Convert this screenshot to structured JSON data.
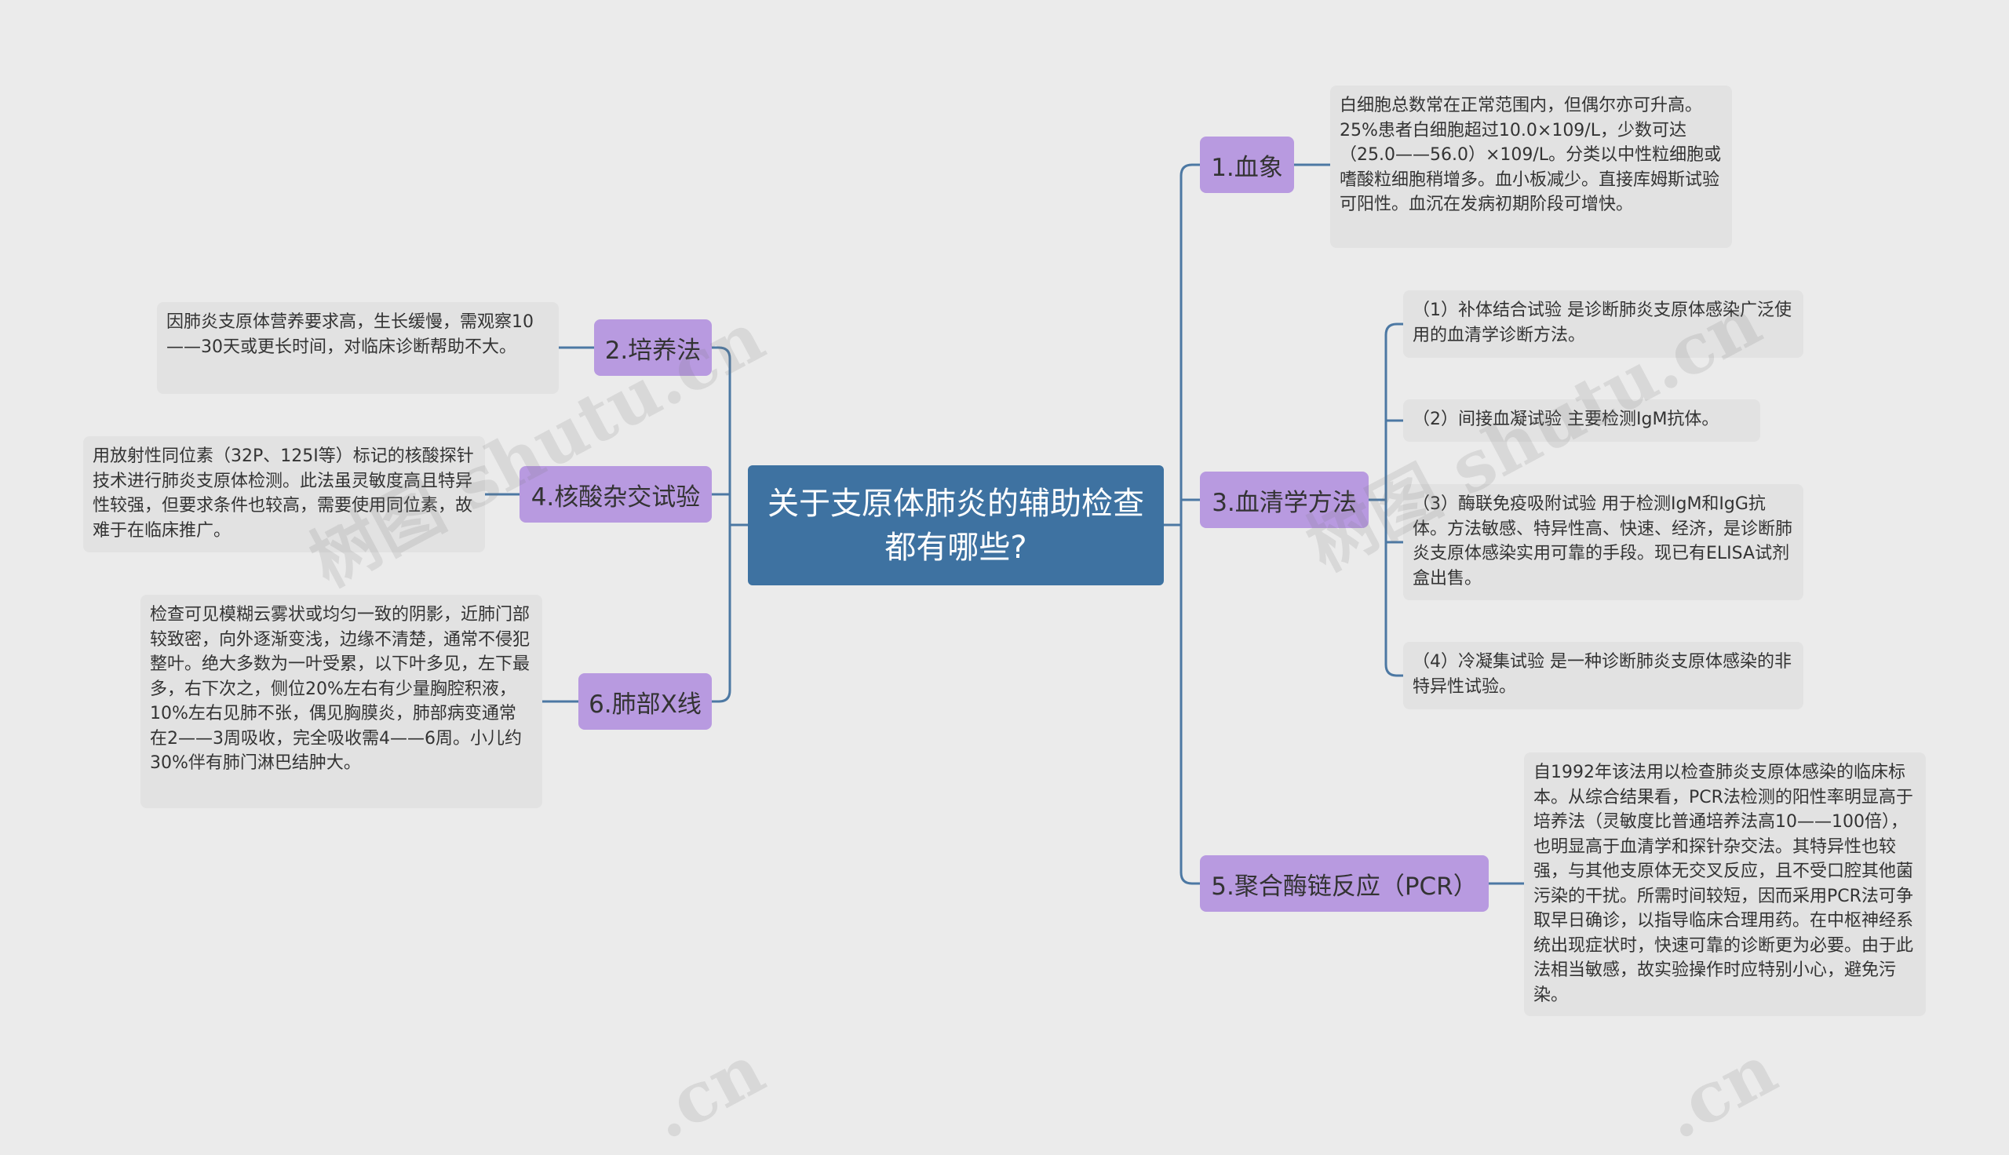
{
  "root": {
    "title": "关于支原体肺炎的辅助检查都有哪些?"
  },
  "branches": {
    "b1": {
      "label": "1.血象",
      "details": [
        "白细胞总数常在正常范围内，但偶尔亦可升高。25%患者白细胞超过10.0×109/L，少数可达（25.0——56.0）×109/L。分类以中性粒细胞或嗜酸粒细胞稍增多。血小板减少。直接库姆斯试验可阳性。血沉在发病初期阶段可增快。"
      ]
    },
    "b2": {
      "label": "2.培养法",
      "details": [
        "因肺炎支原体营养要求高，生长缓慢，需观察10——30天或更长时间，对临床诊断帮助不大。"
      ]
    },
    "b3": {
      "label": "3.血清学方法",
      "details": [
        "（1）补体结合试验 是诊断肺炎支原体感染广泛使用的血清学诊断方法。",
        "（2）间接血凝试验 主要检测IgM抗体。",
        "（3）酶联免疫吸附试验 用于检测IgM和IgG抗体。方法敏感、特异性高、快速、经济，是诊断肺炎支原体感染实用可靠的手段。现已有ELISA试剂盒出售。",
        "（4）冷凝集试验 是一种诊断肺炎支原体感染的非特异性试验。"
      ]
    },
    "b4": {
      "label": "4.核酸杂交试验",
      "details": [
        "用放射性同位素（32P、125I等）标记的核酸探针技术进行肺炎支原体检测。此法虽灵敏度高且特异性较强，但要求条件也较高，需要使用同位素，故难于在临床推广。"
      ]
    },
    "b5": {
      "label": "5.聚合酶链反应（PCR）",
      "details": [
        "自1992年该法用以检查肺炎支原体感染的临床标本。从综合结果看，PCR法检测的阳性率明显高于培养法（灵敏度比普通培养法高10——100倍），也明显高于血清学和探针杂交法。其特异性也较强，与其他支原体无交叉反应，且不受口腔其他菌污染的干扰。所需时间较短，因而采用PCR法可争取早日确诊，以指导临床合理用药。在中枢神经系统出现症状时，快速可靠的诊断更为必要。由于此法相当敏感，故实验操作时应特别小心，避免污染。"
      ]
    },
    "b6": {
      "label": "6.肺部X线",
      "details": [
        "检查可见模糊云雾状或均匀一致的阴影，近肺门部较致密，向外逐渐变浅，边缘不清楚，通常不侵犯整叶。绝大多数为一叶受累，以下叶多见，左下最多，右下次之，侧位20%左右有少量胸腔积液，10%左右见肺不张，偶见胸膜炎，肺部病变通常在2——3周吸收，完全吸收需4——6周。小儿约30%伴有肺门淋巴结肿大。"
      ]
    }
  },
  "watermarks": [
    "树图 shutu.cn",
    "树图 shutu.cn",
    ".cn",
    ".cn"
  ],
  "colors": {
    "background": "#ebebeb",
    "root": "#3e72a1",
    "branch": "#b89ae0",
    "leaf": "#e2e2e2",
    "line": "#4c78a3"
  }
}
